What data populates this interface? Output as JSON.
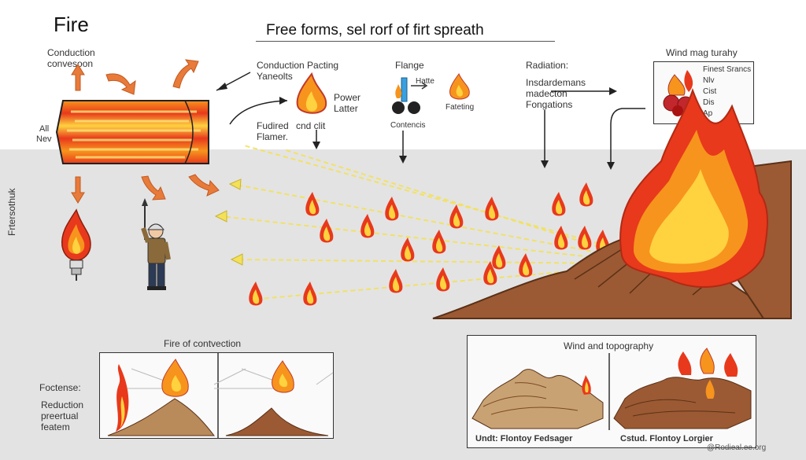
{
  "title": "Fire",
  "subtitle": "Free forms, sel rorf of firt spreath",
  "left_labels": {
    "conduction_line1": "Conduction",
    "conduction_line2": "convesoon",
    "side_all": "All",
    "side_nev": "Nev",
    "vertical_side": "Frtersothuk"
  },
  "mid_labels": {
    "conduction_pacting": "Conduction Pacting",
    "yaneolts": "Yaneolts",
    "power": "Power",
    "latter": "Latter",
    "fudired": "Fudired",
    "cnd_clit": "cnd clit",
    "flamer": "Flamer."
  },
  "flange": {
    "label": "Flange",
    "hatte": "Hatte",
    "fateting": "Fateting",
    "contencis": "Contencis"
  },
  "radiation": {
    "label": "Radiation:",
    "line1": "Insdardemans",
    "line2": "madecton",
    "line3": "Fongations"
  },
  "wind_box": {
    "label": "Wind mag turahy",
    "lines": [
      "Finest Srancs",
      "Nlv",
      "Cist",
      "Dis",
      "Ap"
    ]
  },
  "convection_panel": {
    "title": "Fire of contvection",
    "side_label": "Foctense:",
    "side_text": [
      "Reduction",
      "preertual",
      "featem"
    ]
  },
  "topography_panel": {
    "title": "Wind and topography",
    "caption_left": "Undt: Flontoy Fedsager",
    "caption_right": "Cstud. Flontoy Lorgier"
  },
  "watermark": "@Rodieal.ee.org",
  "colors": {
    "flame_outer": "#e8391c",
    "flame_mid": "#f7941d",
    "flame_core": "#ffd23f",
    "ground": "#e3e3e3",
    "terrain": "#9b5a33",
    "ray": "#f3e15a"
  }
}
